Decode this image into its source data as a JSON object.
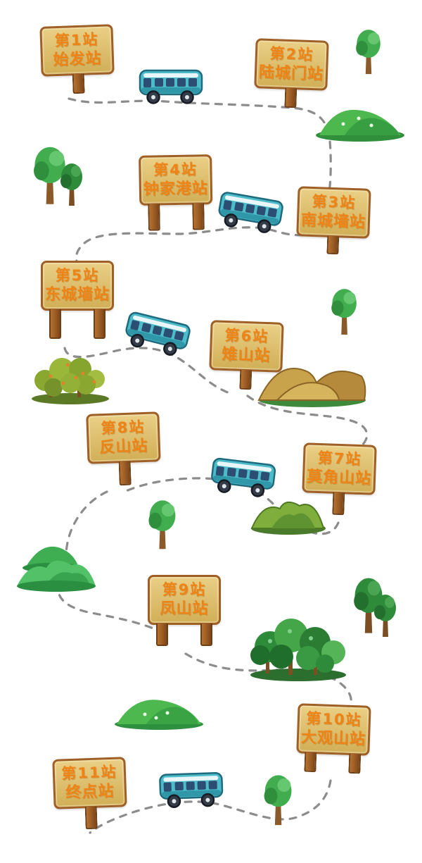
{
  "page": {
    "background": "#ffffff",
    "description": "Cartoon illustrated sightseeing bus route map with 11 wooden station signposts connected by a dashed road"
  },
  "colors": {
    "sign_board": "#dcbd6c",
    "sign_border": "#9e6026",
    "sign_text": "#ee8316",
    "sign_post": "#9a5b24",
    "route_dash": "#8c8c8c",
    "bus_body": "#4cbccb",
    "bus_window": "#2c4e72",
    "tree_green": "#41ad4f",
    "hill_green": "#4db84e",
    "mountain_tan": "#c9a24c",
    "bush_olive": "#9ab73a"
  },
  "icons": {
    "bus": "bus-icon",
    "tree": "tree-icon",
    "hills": "hills-icon",
    "mountains": "mountains-icon",
    "forest": "forest-icon",
    "bush": "bush-cluster-icon",
    "route": "route-path"
  },
  "stations": [
    {
      "id": 1,
      "line1": "第1站",
      "line2": "始发站"
    },
    {
      "id": 2,
      "line1": "第2站",
      "line2": "陆城门站"
    },
    {
      "id": 3,
      "line1": "第3站",
      "line2": "南城墙站"
    },
    {
      "id": 4,
      "line1": "第4站",
      "line2": "钟家港站"
    },
    {
      "id": 5,
      "line1": "第5站",
      "line2": "东城墙站"
    },
    {
      "id": 6,
      "line1": "第6站",
      "line2": "雉山站"
    },
    {
      "id": 7,
      "line1": "第7站",
      "line2": "莫角山站"
    },
    {
      "id": 8,
      "line1": "第8站",
      "line2": "反山站"
    },
    {
      "id": 9,
      "line1": "第9站",
      "line2": "凤山站"
    },
    {
      "id": 10,
      "line1": "第10站",
      "line2": "大观山站"
    },
    {
      "id": 11,
      "line1": "第11站",
      "line2": "终点站"
    }
  ]
}
